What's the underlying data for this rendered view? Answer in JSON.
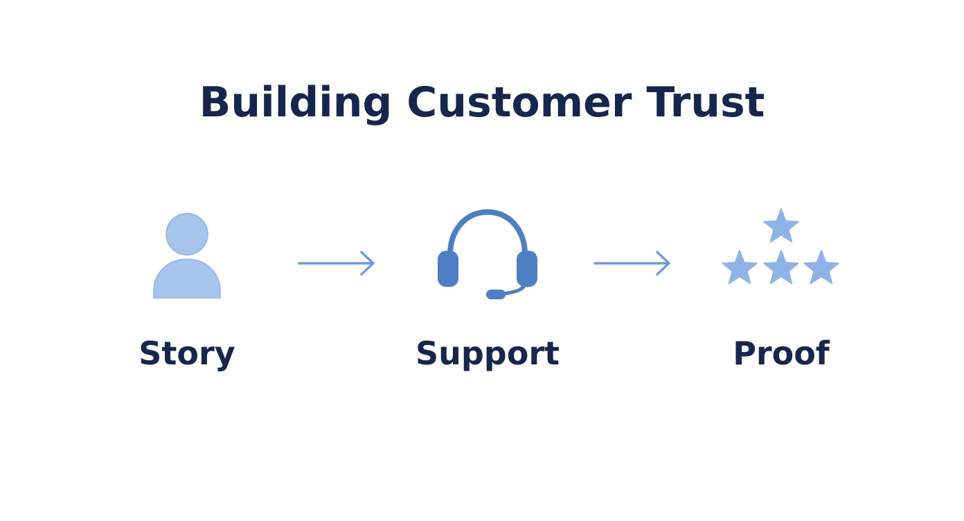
{
  "title": "Building Customer Trust",
  "steps": [
    {
      "label": "Story",
      "icon": "person-icon"
    },
    {
      "label": "Support",
      "icon": "headset-icon"
    },
    {
      "label": "Proof",
      "icon": "stars-icon"
    }
  ],
  "colors": {
    "title": "#16264d",
    "label": "#16264d",
    "icon_light": "#a6c4ec",
    "icon_mid": "#8fb3e6",
    "icon_dark": "#4e7ec4",
    "arrow": "#6f9bd8",
    "background": "#ffffff"
  }
}
